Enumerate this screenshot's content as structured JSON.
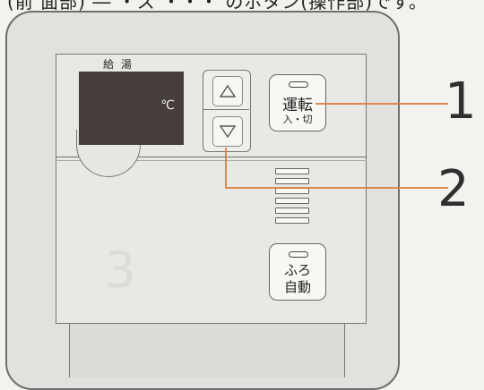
{
  "caption": "(前  面部)  ―  ・ス  ・・・ のボタン(操作部)です。",
  "display": {
    "label": "給 湯",
    "unit": "℃"
  },
  "buttons": {
    "up_symbol": "up-triangle-icon",
    "down_symbol": "down-triangle-icon",
    "run": {
      "line1": "運転",
      "line2": "入・切"
    },
    "bath": {
      "line1": "ふろ",
      "line2": "自動"
    }
  },
  "callouts": [
    "1",
    "2"
  ],
  "faint_mark": "3",
  "colors": {
    "callout_line": "#e07a3a",
    "display_bg": "#463e3d",
    "panel": "#e1e1dd"
  }
}
